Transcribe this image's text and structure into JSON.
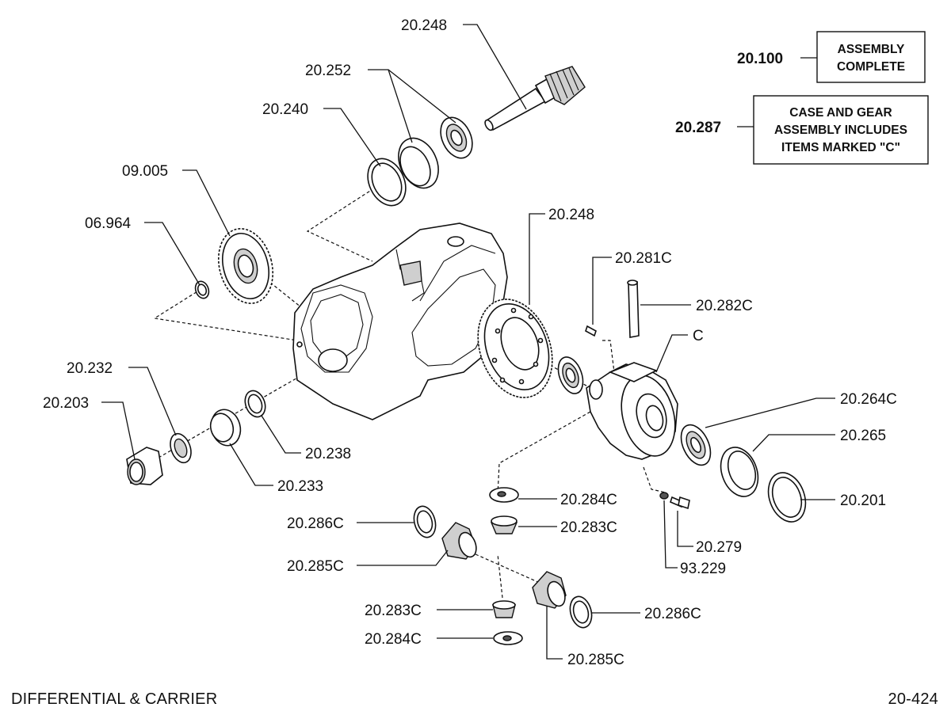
{
  "labels": {
    "p20248_top": "20.248",
    "p20252": "20.252",
    "p20240": "20.240",
    "p09005": "09.005",
    "p06964": "06.964",
    "p20248_ring": "20.248",
    "p20281c": "20.281C",
    "p20282c": "20.282C",
    "pC": "C",
    "p20264c": "20.264C",
    "p20265": "20.265",
    "p20201": "20.201",
    "p20232": "20.232",
    "p20203": "20.203",
    "p20238": "20.238",
    "p20233": "20.233",
    "p20284c_top": "20.284C",
    "p20283c_top": "20.283C",
    "p20286c_left": "20.286C",
    "p20285c_left": "20.285C",
    "p20279": "20.279",
    "p93229": "93.229",
    "p20283c_bottom": "20.283C",
    "p20284c_bottom": "20.284C",
    "p20286c_right": "20.286C",
    "p20285c_bottom": "20.285C"
  },
  "assembly": {
    "number": "20.100",
    "line1": "ASSEMBLY",
    "line2": "COMPLETE"
  },
  "case_gear": {
    "number": "20.287",
    "line1": "CASE AND GEAR",
    "line2": "ASSEMBLY INCLUDES",
    "line3": "ITEMS MARKED \"C\""
  },
  "footer": {
    "title": "DIFFERENTIAL & CARRIER",
    "page": "20-424"
  }
}
